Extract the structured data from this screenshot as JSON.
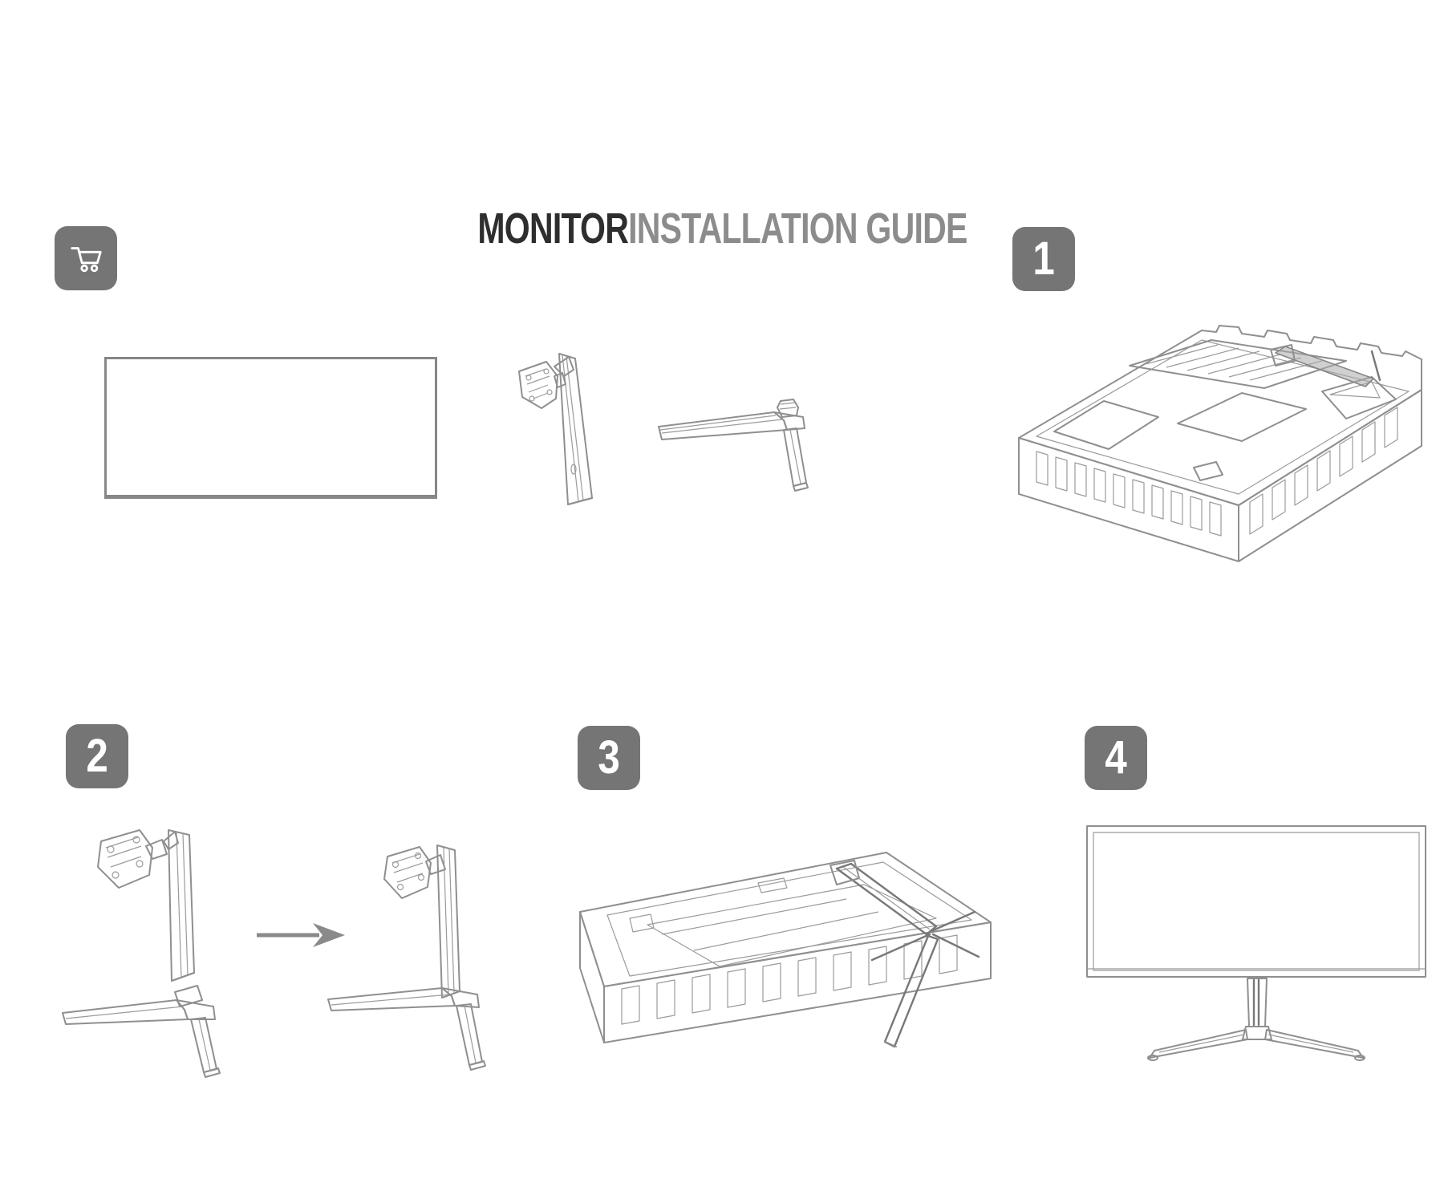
{
  "title": {
    "primary": "MONITOR",
    "secondary": "INSTALLATION GUIDE"
  },
  "steps": [
    {
      "number": "1",
      "illustration": "foam-packaging-tray-with-parts"
    },
    {
      "number": "2",
      "illustration": "attach-stand-column-to-base"
    },
    {
      "number": "3",
      "illustration": "assembled-stand-resting-in-foam-tray"
    },
    {
      "number": "4",
      "illustration": "fully-assembled-monitor"
    }
  ],
  "parts": [
    {
      "name": "monitor-panel"
    },
    {
      "name": "stand-column-with-vesa-head"
    },
    {
      "name": "v-shaped-stand-base"
    }
  ],
  "icons": {
    "cart": "shopping-cart-icon",
    "arrow": "arrow-right-icon"
  },
  "colors": {
    "badge_background": "#757575",
    "badge_text": "#ffffff",
    "title_primary": "#2e2e2e",
    "title_secondary": "#8c8c8c",
    "line_art": "#8f8f8f",
    "background": "#ffffff"
  }
}
